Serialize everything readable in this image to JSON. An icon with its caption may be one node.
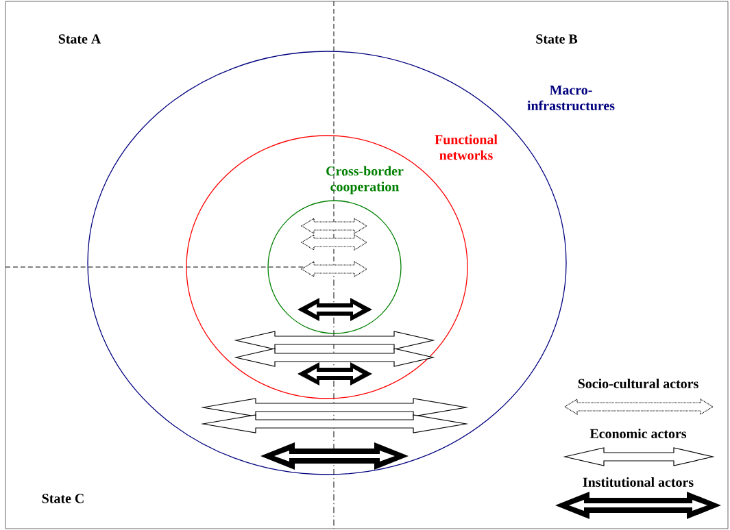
{
  "diagram": {
    "nodes": [
      {
        "text": [
          "Macro- infrastructures"
        ]
      },
      {
        "text": [
          "Functional networks"
        ],
        "in": 0
      },
      {
        "text": [
          "Cross-border cooperation"
        ],
        "in": 1
      }
    ],
    "labels": [
      "State A",
      "State B",
      "State C"
    ],
    "legend": [
      {
        "text": "Socio-cultural actors"
      },
      {
        "text": "Economic actors"
      },
      {
        "text": "Institutional actors"
      }
    ]
  }
}
